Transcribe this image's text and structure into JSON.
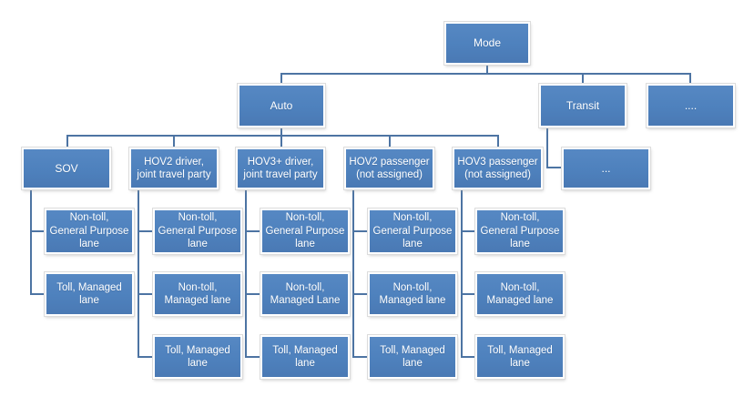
{
  "colors": {
    "node_fill": "#4e81bd",
    "node_border": "#ffffff",
    "connector": "#4d74a3",
    "text": "#ffffff",
    "background": "#ffffff"
  },
  "hierarchy": {
    "root": {
      "label": "Mode"
    },
    "level2": [
      {
        "label": "Auto"
      },
      {
        "label": "Transit"
      },
      {
        "label": "...."
      }
    ],
    "auto_children": [
      {
        "label": "SOV",
        "lanes": [
          "Non-toll,\nGeneral Purpose\nlane",
          "Toll, Managed\nlane"
        ]
      },
      {
        "label": "HOV2 driver,\njoint travel party",
        "lanes": [
          "Non-toll,\nGeneral Purpose\nlane",
          "Non-toll,\nManaged lane",
          "Toll, Managed\nlane"
        ]
      },
      {
        "label": "HOV3+ driver,\njoint travel party",
        "lanes": [
          "Non-toll,\nGeneral Purpose\nlane",
          "Non-toll,\nManaged Lane",
          "Toll, Managed\nlane"
        ]
      },
      {
        "label": "HOV2 passenger\n(not assigned)",
        "lanes": [
          "Non-toll,\nGeneral Purpose\nlane",
          "Non-toll,\nManaged lane",
          "Toll, Managed\nlane"
        ]
      },
      {
        "label": "HOV3 passenger\n(not assigned)",
        "lanes": [
          "Non-toll,\nGeneral Purpose\nlane",
          "Non-toll,\nManaged lane",
          "Toll, Managed\nlane"
        ]
      }
    ],
    "transit_children": [
      {
        "label": "..."
      }
    ]
  }
}
